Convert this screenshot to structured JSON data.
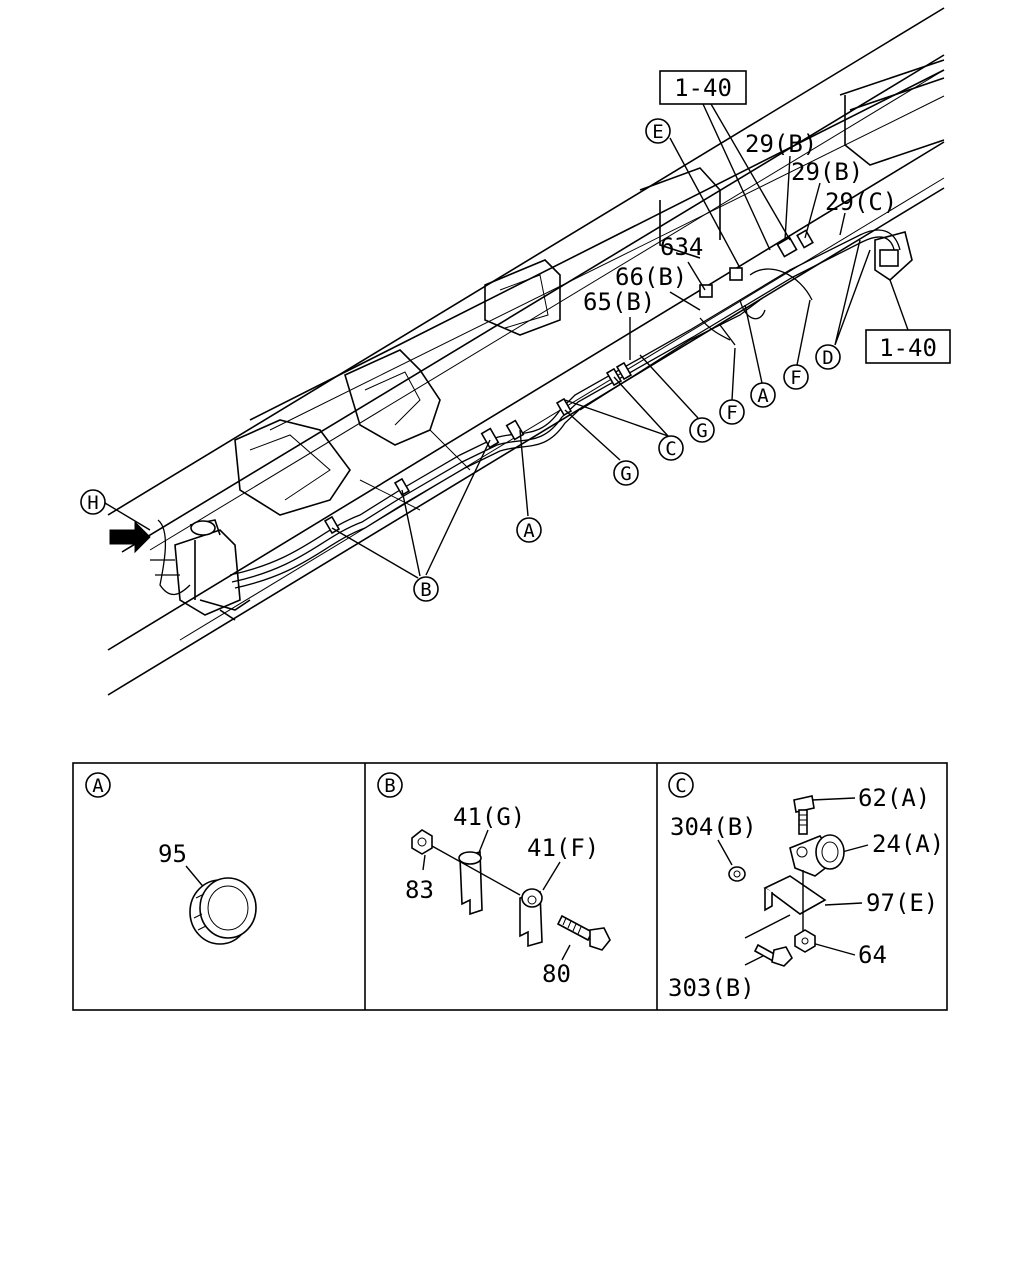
{
  "top": {
    "ref_boxes": [
      {
        "text": "1-40"
      },
      {
        "text": "1-40"
      }
    ],
    "labels": {
      "l29b_1": "29(B)",
      "l29b_2": "29(B)",
      "l29c": "29(C)",
      "l634": "634",
      "l66b": "66(B)",
      "l65b": "65(B)"
    },
    "callouts": {
      "e": "E",
      "d": "D",
      "f1": "F",
      "f2": "F",
      "a1": "A",
      "a2": "A",
      "g1": "G",
      "g2": "G",
      "c": "C",
      "b": "B",
      "h": "H"
    }
  },
  "panels": [
    {
      "id": "A",
      "parts": {
        "p95": "95"
      }
    },
    {
      "id": "B",
      "parts": {
        "p41g": "41(G)",
        "p41f": "41(F)",
        "p83": "83",
        "p80": "80"
      }
    },
    {
      "id": "C",
      "parts": {
        "p62a": "62(A)",
        "p304b": "304(B)",
        "p24a": "24(A)",
        "p97e": "97(E)",
        "p64": "64",
        "p303b": "303(B)"
      }
    }
  ]
}
